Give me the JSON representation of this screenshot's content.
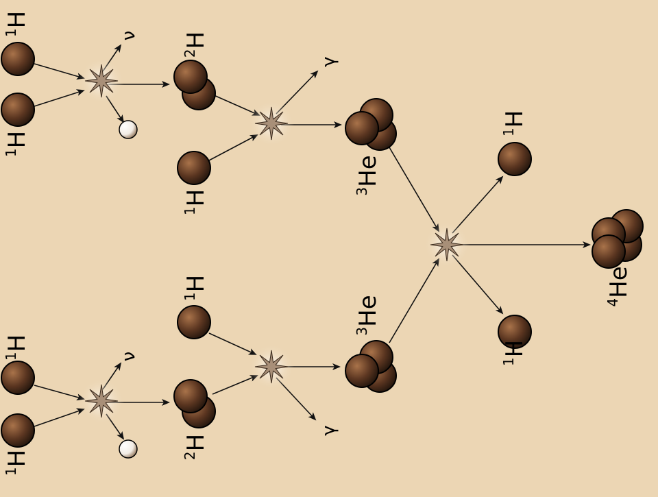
{
  "colors": {
    "background": "#ecd6b4",
    "nucleon_light": "#9c6a45",
    "nucleon_dark": "#1d120b",
    "arrow": "#111111",
    "positron_light": "#ffffff",
    "positron_dark": "#9a7a5a"
  },
  "diagram": {
    "title": "",
    "labels": {
      "h1_mass": "1",
      "h1_symbol": "H",
      "h2_mass": "2",
      "h2_symbol": "H",
      "he3_mass": "3",
      "he3_symbol": "He",
      "he4_mass": "4",
      "he4_symbol": "He",
      "neutrino": "ν",
      "gamma": "γ"
    }
  }
}
